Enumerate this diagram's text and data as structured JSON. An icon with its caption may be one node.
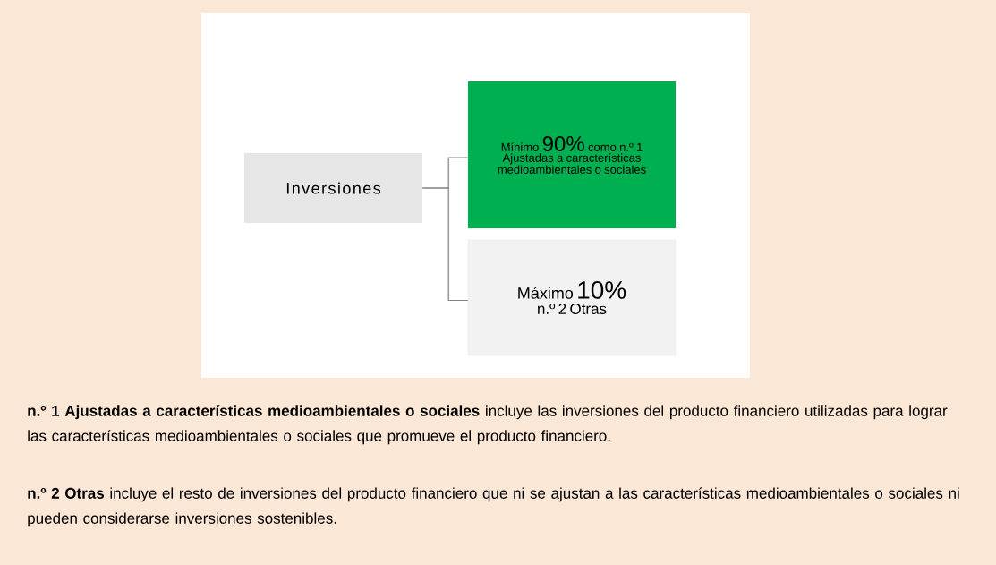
{
  "diagram": {
    "nodes": [
      {
        "text": [
          "Inversiones"
        ]
      },
      {
        "text": [
          "Mínimo",
          "90%",
          "como n.º 1 Ajustadas a características medioambientales o sociales"
        ]
      },
      {
        "text": [
          "Máximo",
          "10%",
          "n.º 2 Otras"
        ]
      }
    ],
    "edges": [
      {
        "from": 0,
        "to": 1,
        "arrow": "none"
      },
      {
        "from": 0,
        "to": 2,
        "arrow": "none"
      }
    ],
    "labels": [
      "**n.º 1 Ajustadas a características medioambientales o sociales** incluye las inversiones del producto financiero utilizadas para lograr las características medioambientales o sociales que promueve el producto financiero.",
      "**n.º 2 Otras** incluye el resto de inversiones del producto financiero que ni se ajustan a las características medioambientales o sociales ni pueden considerarse inversiones sostenibles."
    ]
  }
}
